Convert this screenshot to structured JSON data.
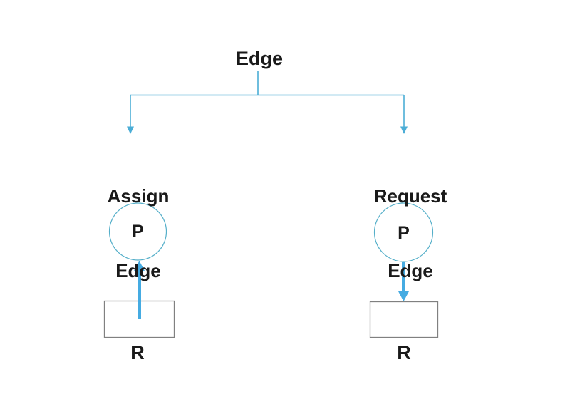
{
  "diagram": {
    "title": "Edge",
    "branches": {
      "assign": {
        "label_line1": "Assign",
        "label_line2": "Edge",
        "process_label": "P",
        "resource_label": "R",
        "arrow_direction": "resource-to-process"
      },
      "request": {
        "label_line1": "Request",
        "label_line2": "Edge",
        "process_label": "P",
        "resource_label": "R",
        "arrow_direction": "process-to-resource"
      }
    },
    "colors": {
      "background": "#ffffff",
      "text": "#1a1a1a",
      "connector": "#4badd6",
      "arrow": "#45abe2",
      "shape_stroke": "#55afc9",
      "rect_border": "#808080"
    }
  }
}
